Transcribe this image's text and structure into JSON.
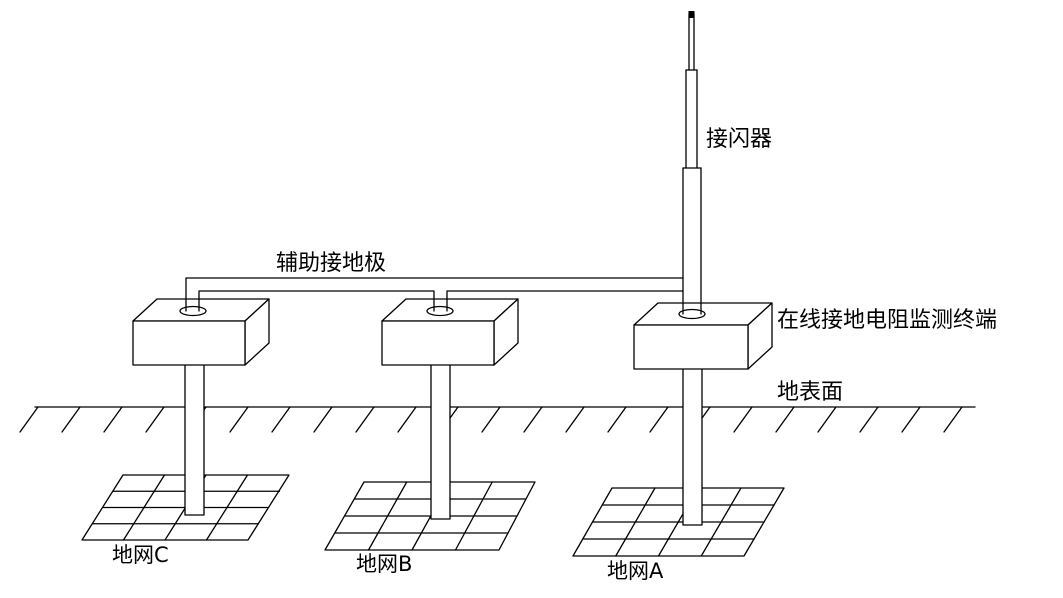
{
  "labels": {
    "air_terminal": "接闪器",
    "auxiliary_electrode": "辅助接地极",
    "monitoring_terminal": "在线接地电阻监测终端",
    "ground_surface": "地表面",
    "grid_c": "地网C",
    "grid_b": "地网B",
    "grid_a": "地网A"
  },
  "colors": {
    "line": "#000000",
    "background": "#ffffff"
  }
}
